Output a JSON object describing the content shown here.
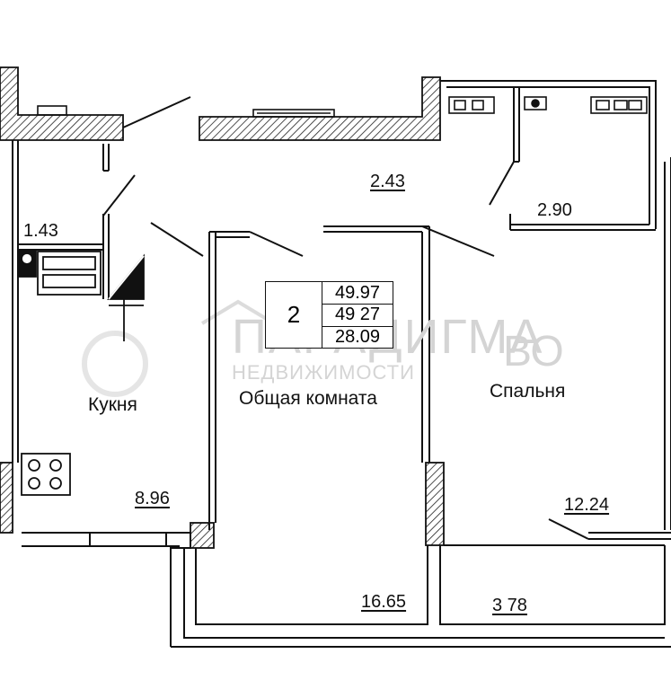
{
  "summary": {
    "rooms_count": "2",
    "total_area": "49.97",
    "living_area_total": "49 27",
    "living_area": "28.09"
  },
  "rooms": {
    "corridor": {
      "area": "2.43"
    },
    "bathroom": {
      "area": "1.43"
    },
    "toilet": {
      "area": "2.90"
    },
    "kitchen": {
      "name": "Кукня",
      "area": "8.96"
    },
    "living_room": {
      "name": "Общая комната",
      "area": "16.65"
    },
    "bedroom": {
      "name": "Спальня",
      "area": "12.24"
    },
    "balcony": {
      "area": "3 78"
    }
  },
  "watermark": {
    "brand": "ПАРАДИГМА",
    "sub": "НЕДВИЖИМОСТИ",
    "tail": "ВО"
  }
}
